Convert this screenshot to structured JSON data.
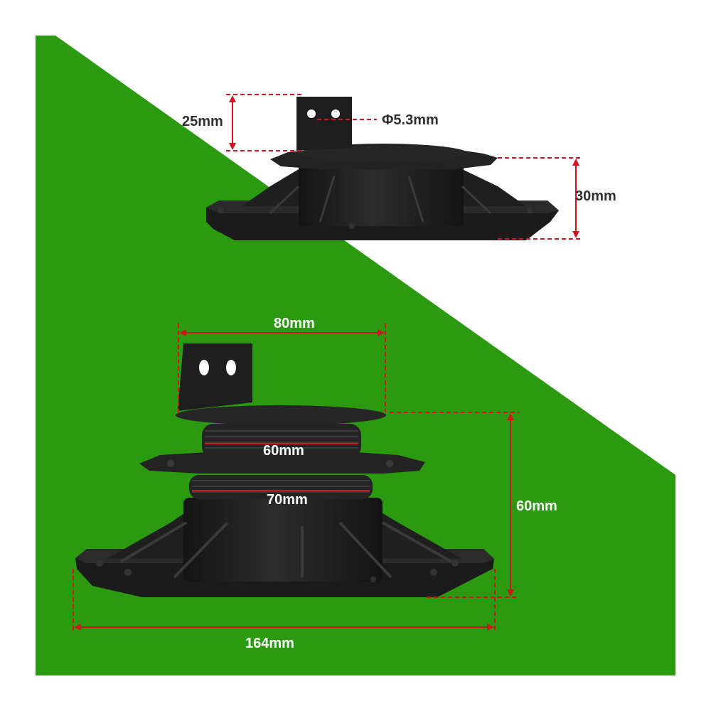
{
  "colors": {
    "background_green": "#2b9a11",
    "page_white": "#ffffff",
    "part_black": "#1c1c1c",
    "dimension_red": "#d3141e",
    "label_dark": "#2f2f2f",
    "label_light": "#ffffff"
  },
  "top_product": {
    "labels": {
      "bracket_height": "25mm",
      "hole_diameter": "Φ5.3mm",
      "pedestal_height": "30mm"
    }
  },
  "bottom_product": {
    "labels": {
      "top_plate_width": "80mm",
      "upper_thread_diameter": "60mm",
      "lower_thread_diameter": "70mm",
      "total_height": "60mm",
      "base_width": "164mm"
    }
  }
}
